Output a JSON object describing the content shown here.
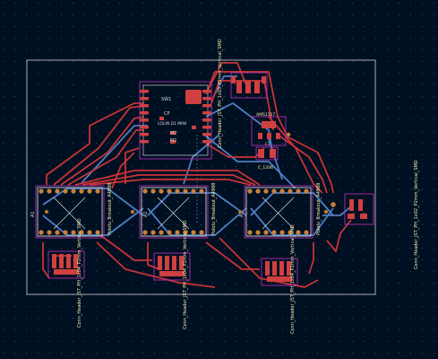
{
  "colors": {
    "background": "#001023",
    "grid": "#3d4a5c",
    "board_outline": "#d0d0d0",
    "front_copper": "#c83434",
    "back_copper": "#4d7fc4",
    "silkscreen": "#e8e8e8",
    "courtyard": "#c231c2",
    "pad_orange": "#c8823a",
    "pad_red": "#d04040",
    "label_front": "#f2eca6",
    "label_ref": "#d8d8d8"
  },
  "footprints": {
    "esp32": {
      "ref": "SW1",
      "value_line": "LOLIN D1 MINI",
      "pin_label_1": "M1",
      "pin_label_2": "M2",
      "side_label": "CP",
      "vertical_label": "Conn_Header_JST_PH_1x03_P2mm_Vertical_SMD"
    },
    "driver_a1": {
      "ref": "A1",
      "value": "Pololu_Breakout_A4988"
    },
    "driver_a2": {
      "ref": "A2",
      "value": "Pololu_Breakout_A4988"
    },
    "driver_a3": {
      "ref": "A3",
      "value": "Pololu_Breakout_A4988"
    },
    "conn_1": {
      "label": "Conn_Header_JST_PH_1x04_P2mm_Vertical_SMD"
    },
    "conn_2": {
      "label": "Conn_Header_JST_PH_1x04_P2mm_Vertical_SMD"
    },
    "conn_3": {
      "label": "Conn_Header_JST_PH_1x04_P2mm_Vertical_SMD"
    },
    "conn_power": {
      "label": "Conn_Header_JST_PH_1x02_P2mm_Vertical_SMD"
    },
    "cap": {
      "label": "C_1206",
      "ref": "C1"
    },
    "regulator": {
      "label": "AMS1117"
    }
  }
}
